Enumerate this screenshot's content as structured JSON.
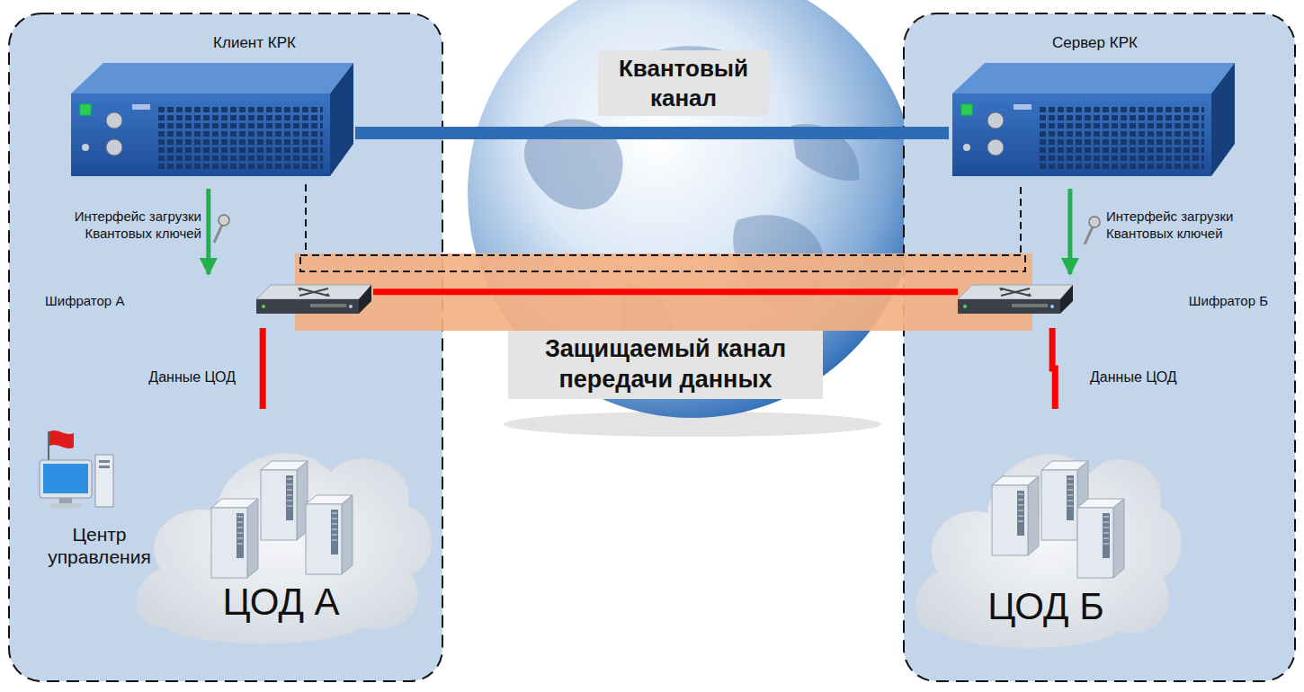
{
  "diagram": {
    "nodes": [
      {
        "text": [
          "Клиент КРК"
        ]
      },
      {
        "text": [
          "Сервер КРК"
        ]
      },
      {
        "text": [
          "Шифратор А"
        ]
      },
      {
        "text": [
          "Шифратор Б"
        ]
      },
      {
        "text": [
          "ЦОД А"
        ]
      },
      {
        "text": [
          "ЦОД Б"
        ]
      },
      {
        "text": [
          "Центр управления"
        ]
      }
    ],
    "edges": [
      {
        "from": 0,
        "to": 1,
        "arrow": "none",
        "label": "Квантовый канал"
      },
      {
        "from": 2,
        "to": 3,
        "arrow": "none",
        "label": "Защищаемый канал передачи данных"
      },
      {
        "from": 0,
        "to": 2,
        "arrow": "to",
        "label": "Интерфейс загрузки Квантовых ключей"
      },
      {
        "from": 1,
        "to": 3,
        "arrow": "to",
        "label": "Интерфейс загрузки Квантовых ключей"
      },
      {
        "from": 2,
        "to": 4,
        "arrow": "none",
        "label": "Данные ЦОД"
      },
      {
        "from": 3,
        "to": 5,
        "arrow": "none",
        "label": "Данные ЦОД"
      }
    ]
  }
}
